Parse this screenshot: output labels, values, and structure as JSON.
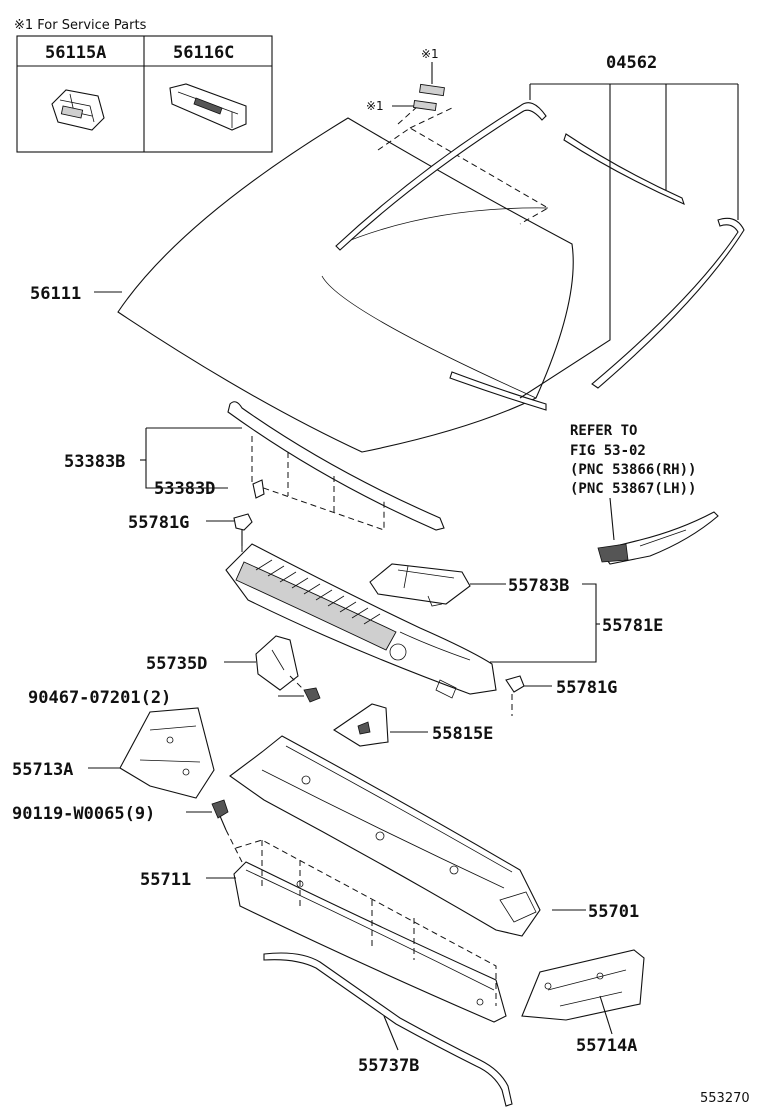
{
  "service_note": "※1 For Service Parts",
  "service_table": {
    "col1": "56115A",
    "col2": "56116C"
  },
  "service_mark": "※1",
  "refer": {
    "line1": "REFER TO",
    "line2": "FIG 53-02",
    "line3": "(PNC 53866(RH))",
    "line4": "(PNC 53867(LH))"
  },
  "labels": {
    "p04562": "04562",
    "p56111": "56111",
    "p53383B": "53383B",
    "p53383D": "53383D",
    "p55781G_top": "55781G",
    "p55783B": "55783B",
    "p55781E": "55781E",
    "p55735D": "55735D",
    "p90467": "90467-07201(2)",
    "p55781G_right": "55781G",
    "p55815E": "55815E",
    "p55713A": "55713A",
    "p90119": "90119-W0065(9)",
    "p55711": "55711",
    "p55701": "55701",
    "p55714A": "55714A",
    "p55737B": "55737B"
  },
  "figure_number": "553270"
}
